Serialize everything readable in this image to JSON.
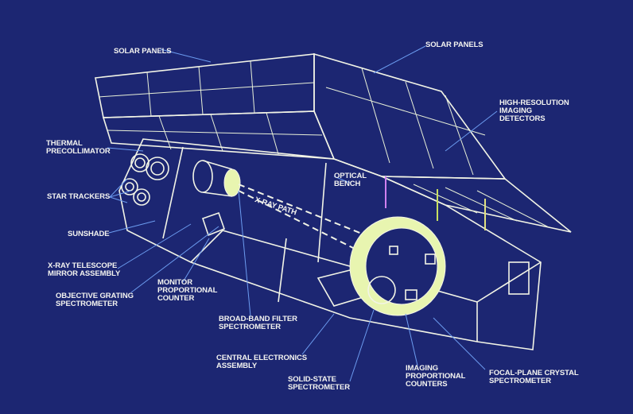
{
  "labels": {
    "solar_panels_left": [
      "SOLAR PANELS"
    ],
    "solar_panels_right": [
      "SOLAR PANELS"
    ],
    "hri": [
      "HIGH-RESOLUTION",
      "IMAGING",
      "DETECTORS"
    ],
    "thermal": [
      "THERMAL",
      "PRECOLLIMATOR"
    ],
    "optical_bench": [
      "OPTICAL",
      "BENCH"
    ],
    "star_trackers": [
      "STAR TRACKERS"
    ],
    "xray_path": [
      "X-RAY PATH"
    ],
    "sunshade": [
      "SUNSHADE"
    ],
    "mirror": [
      "X-RAY TELESCOPE",
      "MIRROR ASSEMBLY"
    ],
    "ogs": [
      "OBJECTIVE GRATING",
      "SPECTROMETER"
    ],
    "mpc": [
      "MONITOR",
      "PROPORTIONAL",
      "COUNTER"
    ],
    "bbfs": [
      "BROAD-BAND FILTER",
      "SPECTROMETER"
    ],
    "cea": [
      "CENTRAL ELECTRONICS",
      "ASSEMBLY"
    ],
    "sss": [
      "SOLID-STATE",
      "SPECTROMETER"
    ],
    "ipc": [
      "IMAGING",
      "PROPORTIONAL",
      "COUNTERS"
    ],
    "fpcs": [
      "FOCAL-PLANE CRYSTAL",
      "SPECTROMETER"
    ]
  },
  "colors": {
    "background": "#1c2672",
    "line": "#f2f4e6",
    "leader": "#6c9cf0",
    "detector": "#e8f5b0"
  }
}
